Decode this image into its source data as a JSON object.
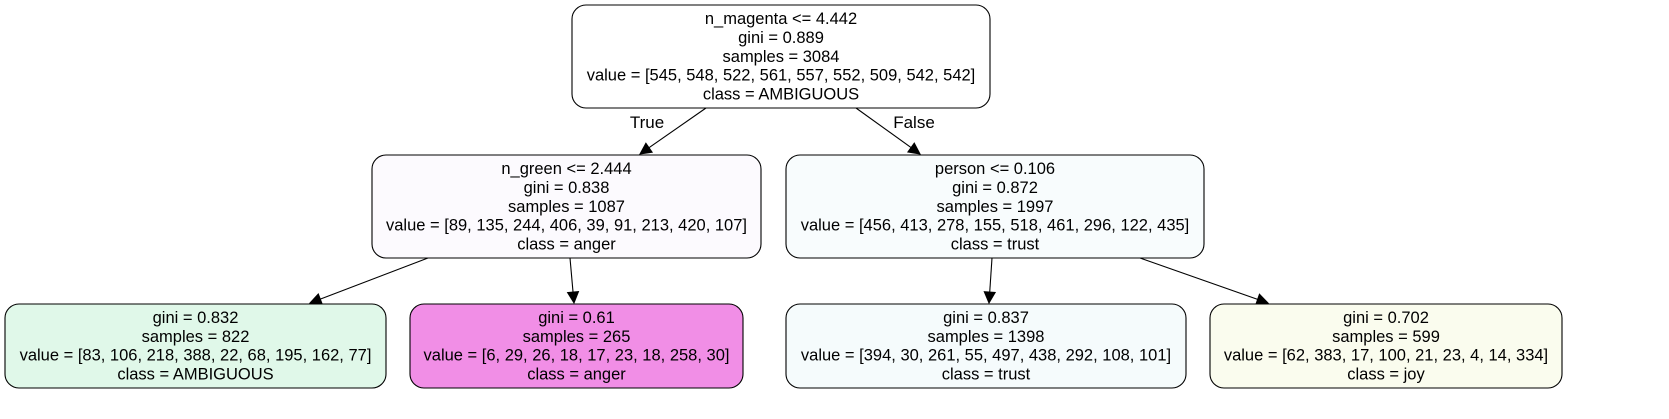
{
  "tree": {
    "nodes": [
      {
        "id": "root",
        "fill": "#ffffff",
        "lines": [
          "n_magenta <= 4.442",
          "gini = 0.889",
          "samples = 3084",
          "value = [545, 548, 522, 561, 557, 552, 509, 542, 542]",
          "class = AMBIGUOUS"
        ]
      },
      {
        "id": "left",
        "fill": "#fcfafe",
        "lines": [
          "n_green <= 2.444",
          "gini = 0.838",
          "samples = 1087",
          "value = [89, 135, 244, 406, 39, 91, 213, 420, 107]",
          "class = anger"
        ]
      },
      {
        "id": "right",
        "fill": "#f8fcfd",
        "lines": [
          "person <= 0.106",
          "gini = 0.872",
          "samples = 1997",
          "value = [456, 413, 278, 155, 518, 461, 296, 122, 435]",
          "class = trust"
        ]
      },
      {
        "id": "leaf1",
        "fill": "#e0f8e9",
        "lines": [
          "gini = 0.832",
          "samples = 822",
          "value = [83, 106, 218, 388, 22, 68, 195, 162, 77]",
          "class = AMBIGUOUS"
        ]
      },
      {
        "id": "leaf2",
        "fill": "#f18ee6",
        "lines": [
          "gini = 0.61",
          "samples = 265",
          "value = [6, 29, 26, 18, 17, 23, 18, 258, 30]",
          "class = anger"
        ]
      },
      {
        "id": "leaf3",
        "fill": "#f5fbfc",
        "lines": [
          "gini = 0.837",
          "samples = 1398",
          "value = [394, 30, 261, 55, 497, 438, 292, 108, 101]",
          "class = trust"
        ]
      },
      {
        "id": "leaf4",
        "fill": "#fafcee",
        "lines": [
          "gini = 0.702",
          "samples = 599",
          "value = [62, 383, 17, 100, 21, 23, 4, 14, 334]",
          "class = joy"
        ]
      }
    ],
    "edges": [
      {
        "from": "root",
        "to": "left",
        "label": "True"
      },
      {
        "from": "root",
        "to": "right",
        "label": "False"
      },
      {
        "from": "left",
        "to": "leaf1",
        "label": ""
      },
      {
        "from": "left",
        "to": "leaf2",
        "label": ""
      },
      {
        "from": "right",
        "to": "leaf3",
        "label": ""
      },
      {
        "from": "right",
        "to": "leaf4",
        "label": ""
      }
    ]
  }
}
